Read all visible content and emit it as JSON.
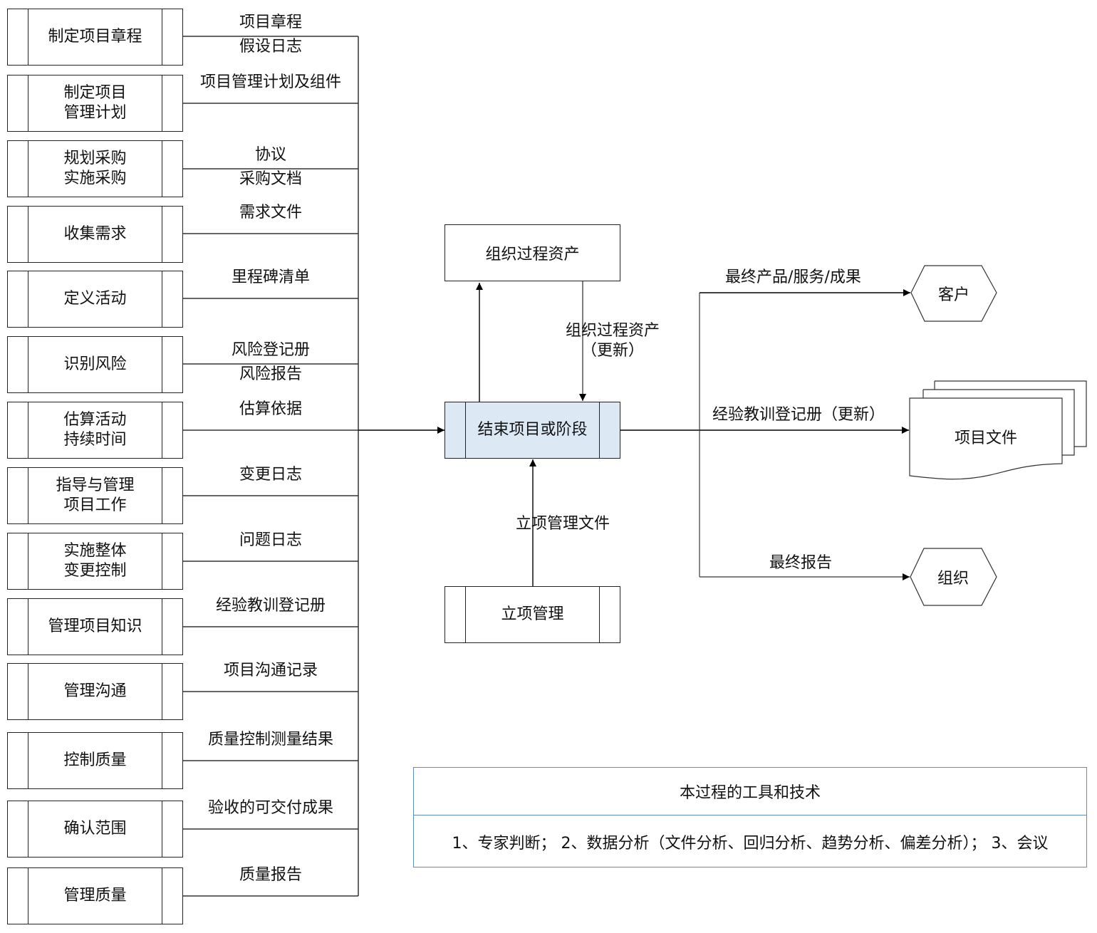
{
  "inputs": [
    {
      "process": "制定项目章程",
      "outputs": [
        "项目章程",
        "假设日志"
      ]
    },
    {
      "process": "制定项目\n管理计划",
      "outputs": [
        "项目管理计划及组件"
      ]
    },
    {
      "process": "规划采购\n实施采购",
      "outputs": [
        "协议",
        "采购文档"
      ]
    },
    {
      "process": "收集需求",
      "outputs": [
        "需求文件"
      ]
    },
    {
      "process": "定义活动",
      "outputs": [
        "里程碑清单"
      ]
    },
    {
      "process": "识别风险",
      "outputs": [
        "风险登记册",
        "风险报告"
      ]
    },
    {
      "process": "估算活动\n持续时间",
      "outputs": [
        "估算依据"
      ]
    },
    {
      "process": "指导与管理\n项目工作",
      "outputs": [
        "变更日志"
      ]
    },
    {
      "process": "实施整体\n变更控制",
      "outputs": [
        "问题日志"
      ]
    },
    {
      "process": "管理项目知识",
      "outputs": [
        "经验教训登记册"
      ]
    },
    {
      "process": "管理沟通",
      "outputs": [
        "项目沟通记录"
      ]
    },
    {
      "process": "控制质量",
      "outputs": [
        "质量控制测量结果"
      ]
    },
    {
      "process": "确认范围",
      "outputs": [
        "验收的可交付成果"
      ]
    },
    {
      "process": "管理质量",
      "outputs": [
        "质量报告"
      ]
    }
  ],
  "center": {
    "process": "结束项目或阶段",
    "fill_color": "#dce9f5",
    "opa_box": "组织过程资产",
    "opa_update_label": "组织过程资产\n（更新）",
    "initiation_box": "立项管理",
    "initiation_label": "立项管理文件"
  },
  "outputs": {
    "customer": {
      "label": "最终产品/服务/成果",
      "target": "客户"
    },
    "documents": {
      "label": "经验教训登记册（更新）",
      "target": "项目文件"
    },
    "organization": {
      "label": "最终报告",
      "target": "组织"
    }
  },
  "tools": {
    "title": "本过程的工具和技术",
    "content": "1、专家判断； 2、数据分析（文件分析、回归分析、趋势分析、偏差分析）； 3、会议",
    "border_color": "#5b8cc8"
  }
}
